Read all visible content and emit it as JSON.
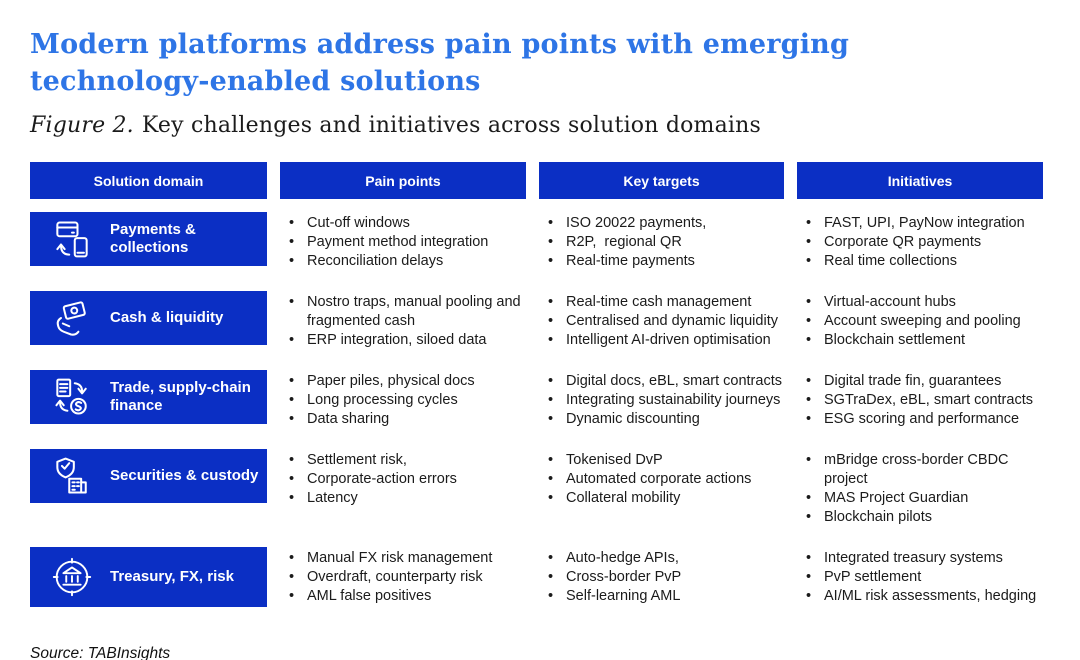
{
  "page": {
    "title_line1": "Modern platforms address pain points with emerging",
    "title_line2": "technology-enabled solutions",
    "figure_label": "Figure 2.",
    "figure_caption": "Key challenges and initiatives across solution domains",
    "source": "Source: TABInsights"
  },
  "colors": {
    "title_blue": "#2e75e6",
    "box_blue": "#0b2fc4",
    "body_text": "#1b1b1b"
  },
  "table": {
    "headers": [
      "Solution domain",
      "Pain points",
      "Key targets",
      "Initiatives"
    ],
    "rows": [
      {
        "domain": "Payments & collections",
        "icon": "card-phone-transfer-icon",
        "pain_points": [
          "Cut-off windows",
          "Payment method integration",
          "Reconciliation delays"
        ],
        "key_targets": [
          "ISO 20022 payments,",
          "R2P,  regional QR",
          "Real-time payments"
        ],
        "initiatives": [
          "FAST, UPI, PayNow integration",
          "Corporate QR payments",
          "Real time collections"
        ]
      },
      {
        "domain": "Cash & liquidity",
        "icon": "cash-in-hand-icon",
        "pain_points": [
          "Nostro traps, manual pooling and fragmented cash",
          "ERP integration, siloed data"
        ],
        "key_targets": [
          "Real-time cash management",
          "Centralised and dynamic liquidity",
          "Intelligent AI-driven optimisation"
        ],
        "initiatives": [
          "Virtual-account hubs",
          "Account sweeping and pooling",
          "Blockchain settlement"
        ]
      },
      {
        "domain": "Trade, supply-chain finance",
        "icon": "trade-docs-cycle-icon",
        "pain_points": [
          "Paper piles, physical docs",
          "Long processing cycles",
          "Data sharing"
        ],
        "key_targets": [
          "Digital docs, eBL, smart contracts",
          "Integrating sustainability journeys",
          "Dynamic discounting"
        ],
        "initiatives": [
          "Digital trade fin, guarantees",
          "SGTraDex, eBL, smart contracts",
          "ESG scoring and performance"
        ]
      },
      {
        "domain": "Securities & custody",
        "icon": "shield-building-icon",
        "pain_points": [
          "Settlement risk,",
          "Corporate-action errors",
          "Latency"
        ],
        "key_targets": [
          "Tokenised DvP",
          "Automated corporate actions",
          "Collateral mobility"
        ],
        "initiatives": [
          "mBridge cross-border CBDC project",
          "MAS Project Guardian",
          "Blockchain pilots"
        ]
      },
      {
        "domain": "Treasury, FX, risk",
        "icon": "bank-target-icon",
        "pain_points": [
          "Manual FX risk management",
          "Overdraft, counterparty risk",
          "AML false positives"
        ],
        "key_targets": [
          "Auto-hedge APIs,",
          "Cross-border PvP",
          "Self-learning AML"
        ],
        "initiatives": [
          "Integrated treasury systems",
          "PvP settlement",
          "AI/ML risk assessments, hedging"
        ]
      }
    ]
  }
}
